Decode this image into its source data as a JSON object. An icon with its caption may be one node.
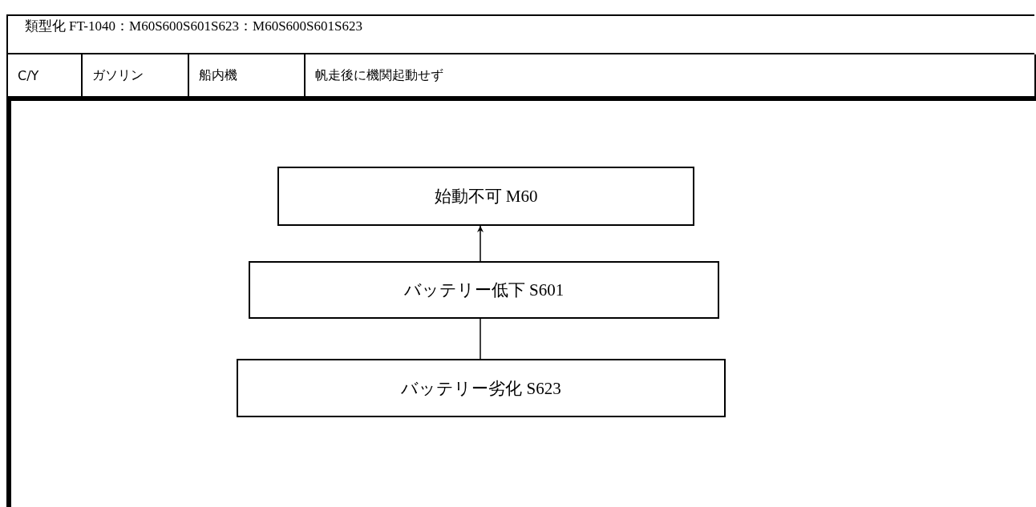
{
  "diagram": {
    "title": "類型化 FT-1040：M60S600S601S623：M60S600S601S623",
    "nodes": [
      {
        "text": [
          "始動不可 M60"
        ]
      },
      {
        "text": [
          "バッテリー低下 S601"
        ]
      },
      {
        "text": [
          "バッテリー劣化 S623"
        ]
      }
    ],
    "edges": [
      {
        "from": 1,
        "to": 0,
        "arrow": "to"
      },
      {
        "from": 2,
        "to": 1,
        "arrow": "none"
      }
    ],
    "labels": [
      "C/Y",
      "ガソリン",
      "船内機",
      "帆走後に機関起動せず"
    ]
  }
}
